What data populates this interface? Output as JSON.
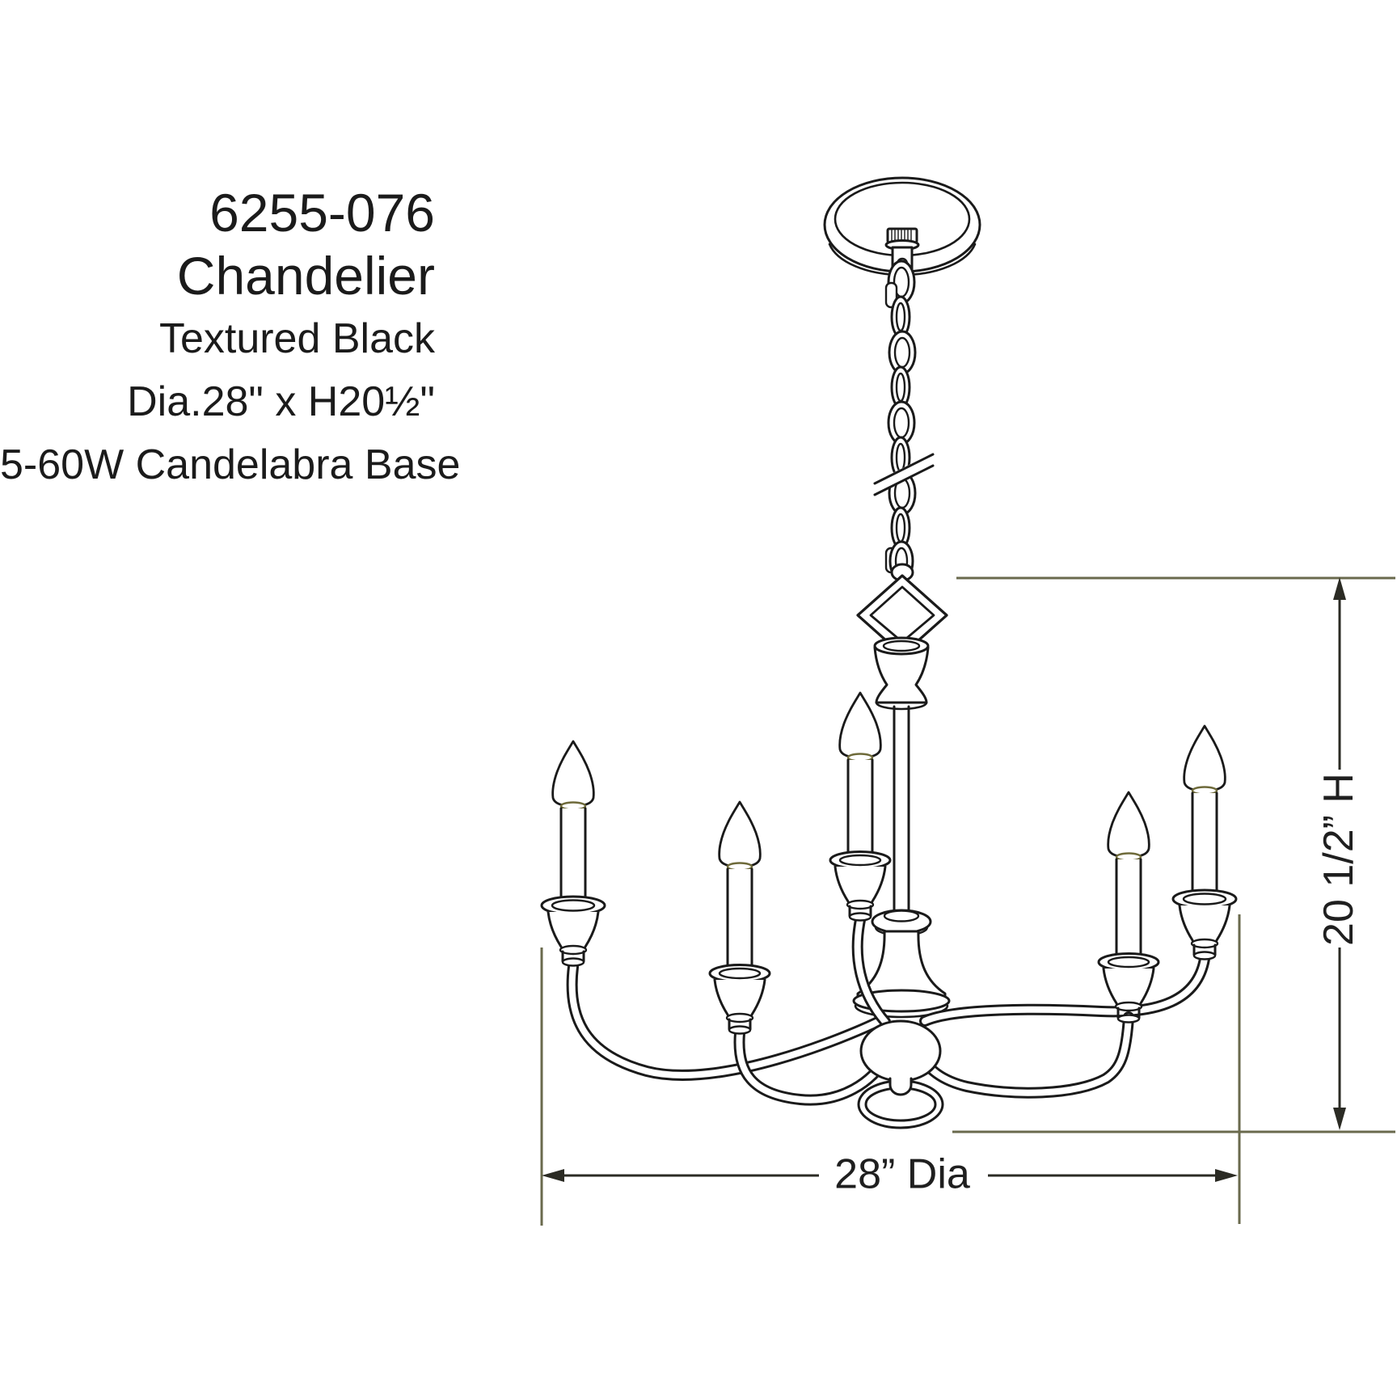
{
  "product": {
    "model": "6255-076",
    "type": "Chandelier",
    "finish": "Textured Black",
    "size": "Dia.28\" x H20½\"",
    "lamping": "5-60W Candelabra Base"
  },
  "dimensions": {
    "height": {
      "label": "20 1/2” H",
      "inches": 20.5
    },
    "diameter": {
      "label": "28” Dia",
      "inches": 28
    },
    "light_count": 5
  },
  "colors": {
    "background": "#ffffff",
    "drawing_line": "#1a1a1a",
    "extension_line": "#6a6a4d",
    "dimension_line": "#2b2b24",
    "bulb_seat_line": "#6e6a3a",
    "text": "#1b1b1b"
  }
}
